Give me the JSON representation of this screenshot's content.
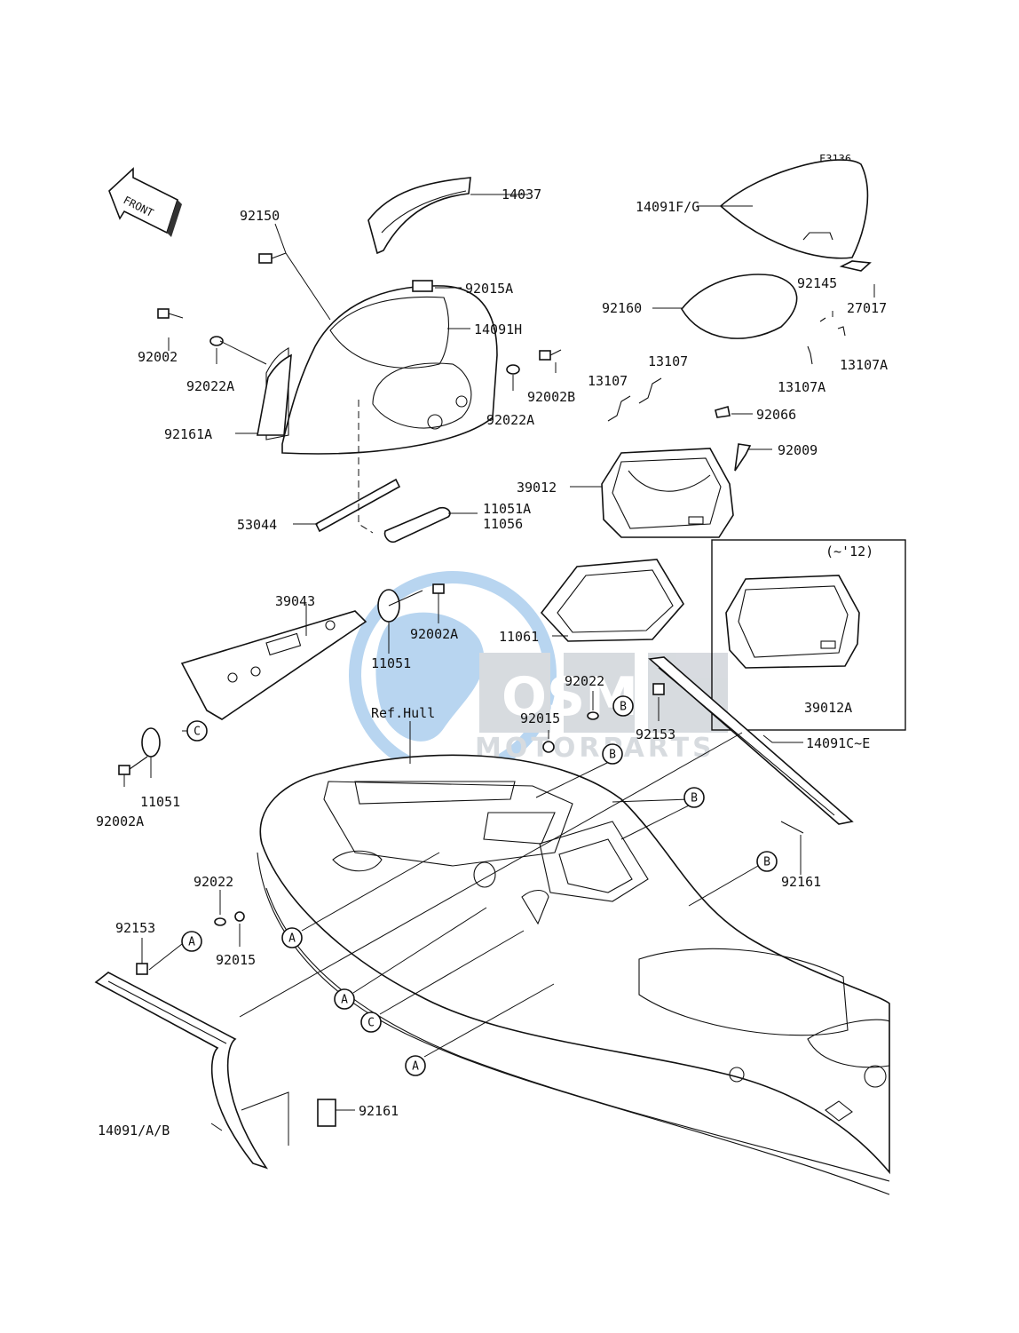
{
  "figure_code": "F3136",
  "front_arrow_label": "FRONT",
  "watermark": {
    "brand": "OSM",
    "sub": "MOTORPARTS",
    "color_blue": "#7fb4e4",
    "color_gray": "#b8bec6"
  },
  "ref_label": "Ref.Hull",
  "variant_note": "(~'12)",
  "parts": {
    "p14037": "14037",
    "p14091fg": "14091F/G",
    "p92150": "92150",
    "p92015a": "92015A",
    "p14091h": "14091H",
    "p92002": "92002",
    "p92022a_left": "92022A",
    "p92022a_right": "92022A",
    "p92161a": "92161A",
    "p92002b": "92002B",
    "p92145": "92145",
    "p27017": "27017",
    "p92160": "92160",
    "p13107_a": "13107",
    "p13107_b": "13107",
    "p13107a_a": "13107A",
    "p13107a_b": "13107A",
    "p92066": "92066",
    "p92009": "92009",
    "p39012": "39012",
    "p53044": "53044",
    "p11051a": "11051A",
    "p11056": "11056",
    "p39043": "39043",
    "p92002a_top": "92002A",
    "p11051_top": "11051",
    "p11061": "11061",
    "p39012a": "39012A",
    "p92022_mid": "92022",
    "p92015_mid": "92015",
    "p92153_mid": "92153",
    "p14091ce": "14091C~E",
    "p11051_bot": "11051",
    "p92002a_bot": "92002A",
    "p92161_right": "92161",
    "p92022_low": "92022",
    "p92153_low": "92153",
    "p92015_low": "92015",
    "p92161_low": "92161",
    "p14091ab": "14091/A/B"
  },
  "callouts": {
    "c_upper": "C",
    "b1": "B",
    "b2": "B",
    "b3": "B",
    "b4": "B",
    "a_low": "A",
    "a1": "A",
    "a2": "A",
    "c_lower": "C",
    "a3": "A"
  }
}
